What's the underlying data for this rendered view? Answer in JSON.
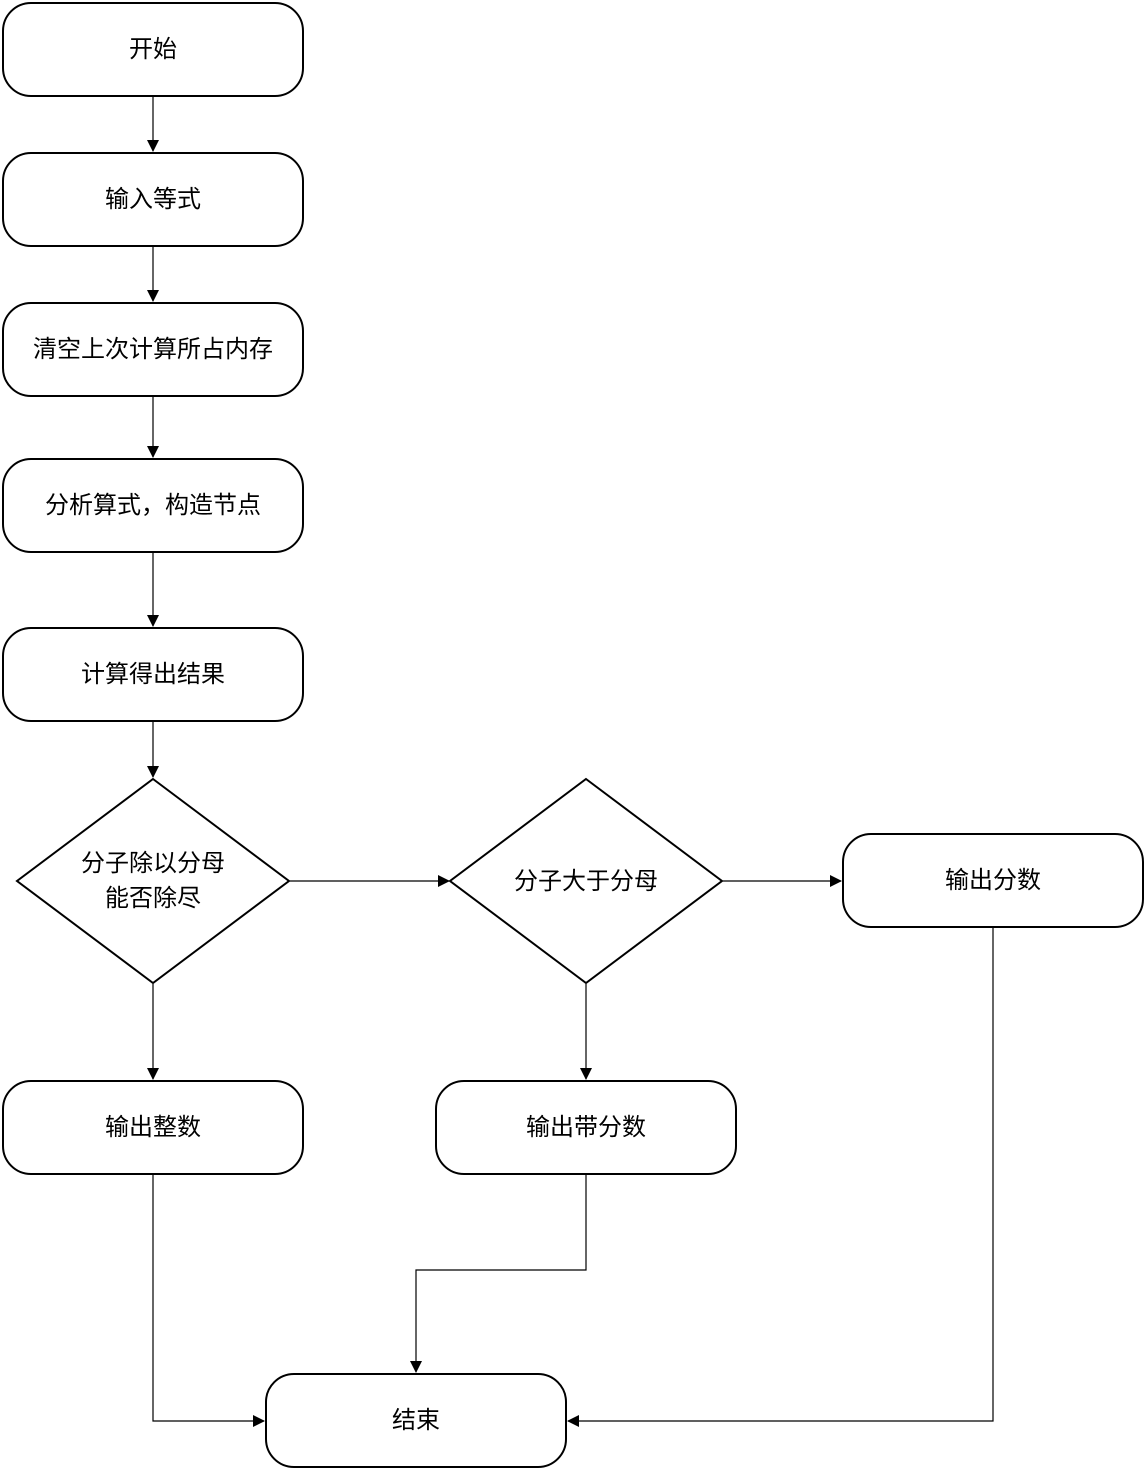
{
  "nodes": {
    "start": "开始",
    "input_equation": "输入等式",
    "clear_memory": "清空上次计算所占内存",
    "parse_build": "分析算式，构造节点",
    "compute_result": "计算得出结果",
    "divisible_line1": "分子除以分母",
    "divisible_line2": "能否除尽",
    "numerator_greater": "分子大于分母",
    "output_fraction": "输出分数",
    "output_integer": "输出整数",
    "output_mixed": "输出带分数",
    "end": "结束"
  }
}
